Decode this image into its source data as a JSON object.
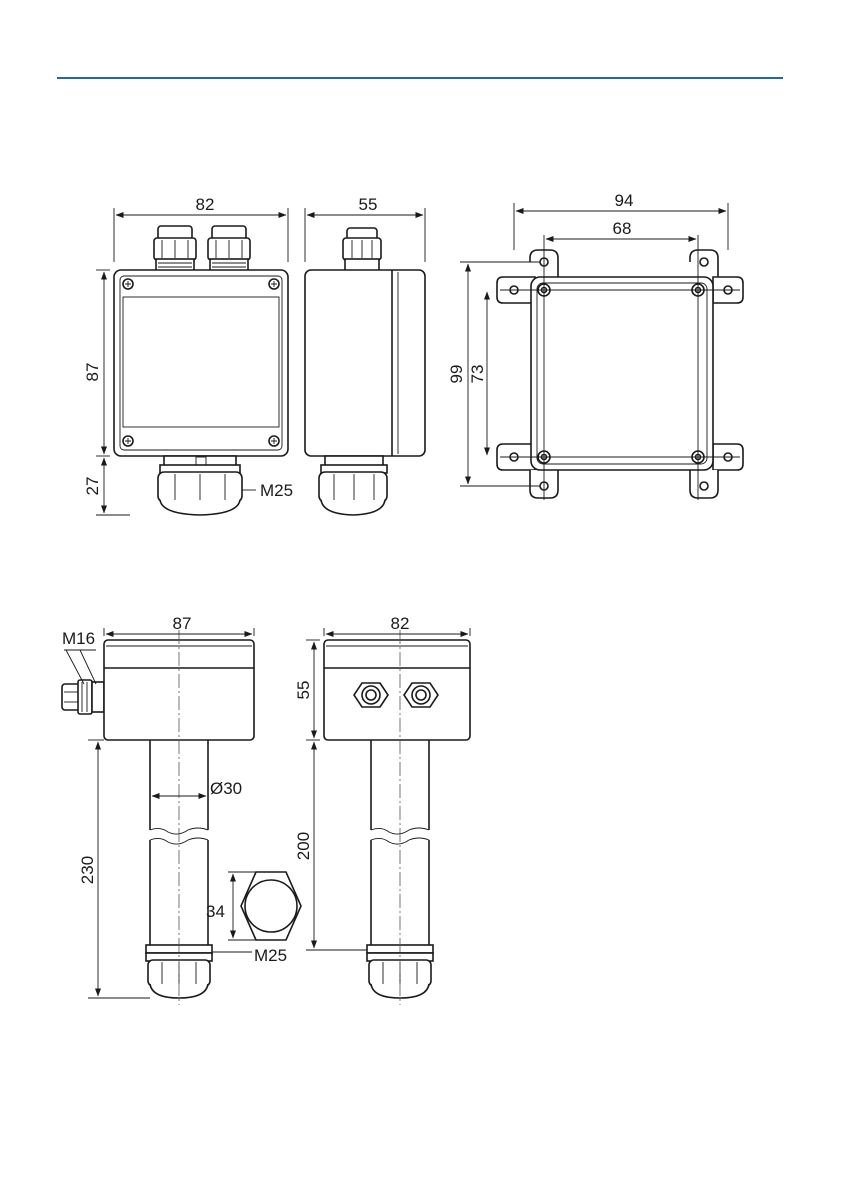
{
  "dimensions": {
    "front_width": "82",
    "side_depth": "55",
    "mount_outer_width": "94",
    "mount_inner_width": "68",
    "front_height": "87",
    "gland_height": "27",
    "mount_outer_height": "99",
    "mount_inner_height": "73",
    "gland_thread_top": "M25",
    "duct_side_width": "87",
    "duct_front_width": "82",
    "side_gland_thread": "M16",
    "duct_box_height": "55",
    "tube_diameter": "Ø30",
    "total_length": "230",
    "tube_length": "200",
    "hex_across_flats": "34",
    "gland_thread_bottom": "M25"
  },
  "colors": {
    "accent_rule": "#1f6aa5",
    "line": "#1a1a1a"
  }
}
